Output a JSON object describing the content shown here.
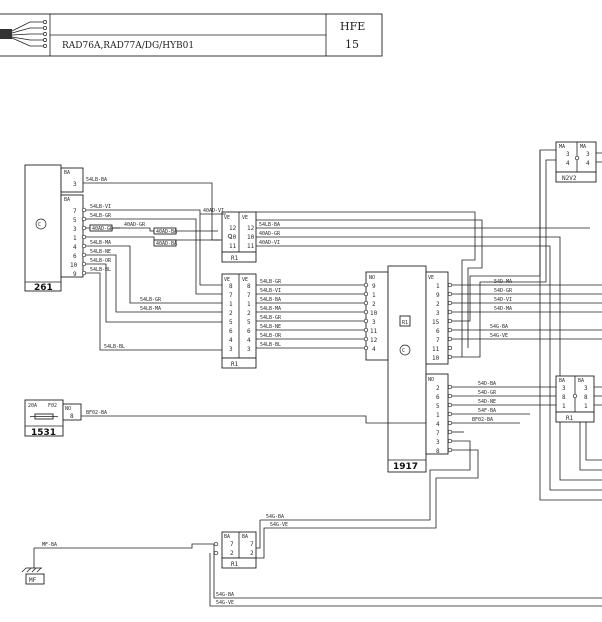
{
  "title_block": {
    "models": "RAD76A,RAD77A/DG/HYB01",
    "code": "HFE",
    "page": "15"
  },
  "components": {
    "c261": {
      "id": "261",
      "connectors": [
        "BA",
        "BA"
      ],
      "mark": "C"
    },
    "c1531": {
      "id": "1531",
      "rating": "20A",
      "type": "F02",
      "connector": "NO"
    },
    "c1917": {
      "id": "1917",
      "connectors": [
        "NO",
        "NO"
      ],
      "mark": "C",
      "ref": "R1"
    },
    "r1_top": {
      "label": "R1",
      "connectors": [
        "VE",
        "VE"
      ]
    },
    "r1_mid": {
      "label": "R1",
      "connectors": [
        "VE",
        "VE"
      ]
    },
    "r1_bot": {
      "label": "R1",
      "connectors": [
        "BA",
        "BA"
      ]
    },
    "r1_right": {
      "label": "R1",
      "connectors": [
        "BA",
        "BA"
      ]
    },
    "n2v2": {
      "label": "N2V2",
      "connectors": [
        "MA",
        "MA"
      ]
    },
    "mf": {
      "label": "MF"
    }
  },
  "wires": {
    "w_54lb_ba": "54LB-BA",
    "w_54lb_vi": "54LB-VI",
    "w_54lb_gr": "54LB-GR",
    "w_40ad_ba": "40AD-BA",
    "w_40ad_gr": "40AD-GR",
    "w_40ad_vi": "40AD-VI",
    "w_cable_a": "40AD-GR",
    "w_cable_b": "40AD-BA",
    "w_54lb_ma": "54LB-MA",
    "w_54lb_ne": "54LB-NE",
    "w_54lb_or": "54LB-OR",
    "w_54lb_bl": "54LB-BL",
    "w_54d_ma": "54D-MA",
    "w_54d_gr": "54D-GR",
    "w_54d_ba": "54D-BA",
    "w_54d_vi": "54D-VI",
    "w_54d_ne": "54D-NE",
    "w_54f_ba": "54F-BA",
    "w_bf02_ba": "BF02-BA",
    "w_mf_ba": "MF-BA",
    "w_54g_ba": "54G-BA",
    "w_54g_ve": "54G-VE"
  }
}
